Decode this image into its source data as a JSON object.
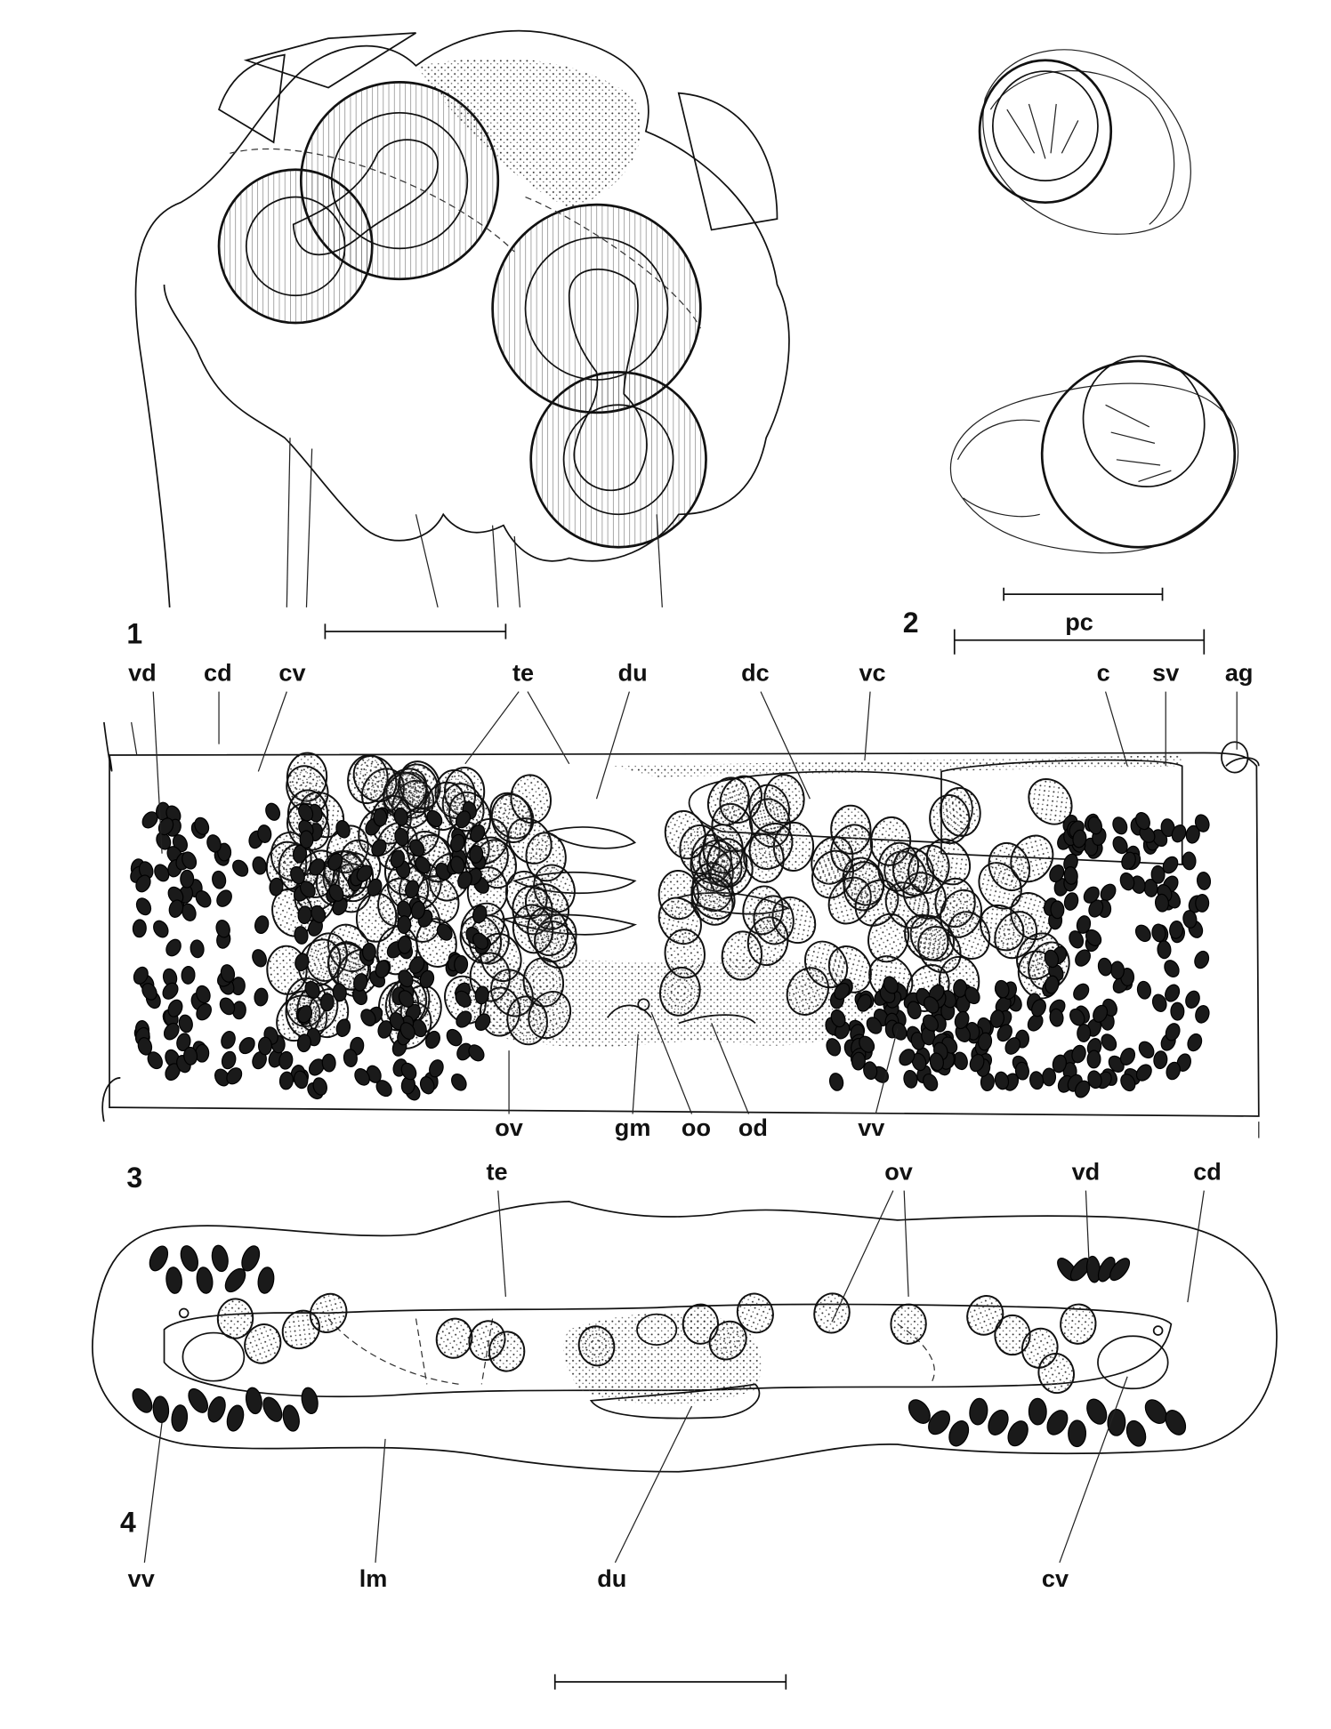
{
  "figure_numbers": {
    "f1": "1",
    "f2": "2",
    "f3": "3",
    "f4": "4"
  },
  "fig2": {
    "pc": "pc"
  },
  "fig3": {
    "top_labels": {
      "vd": "vd",
      "cd": "cd",
      "cv": "cv",
      "te": "te",
      "du": "du",
      "dc": "dc",
      "vc": "vc",
      "c": "c",
      "sv": "sv",
      "ag": "ag"
    },
    "bottom_labels": {
      "ov": "ov",
      "gm": "gm",
      "oo": "oo",
      "od": "od",
      "vv": "vv"
    }
  },
  "fig4": {
    "top_labels": {
      "te": "te",
      "ov": "ov",
      "vd": "vd",
      "cd": "cd"
    },
    "bottom_labels": {
      "vv": "vv",
      "lm": "lm",
      "du": "du",
      "cv": "cv"
    }
  },
  "colors": {
    "ink": "#111111",
    "paper": "#ffffff"
  }
}
